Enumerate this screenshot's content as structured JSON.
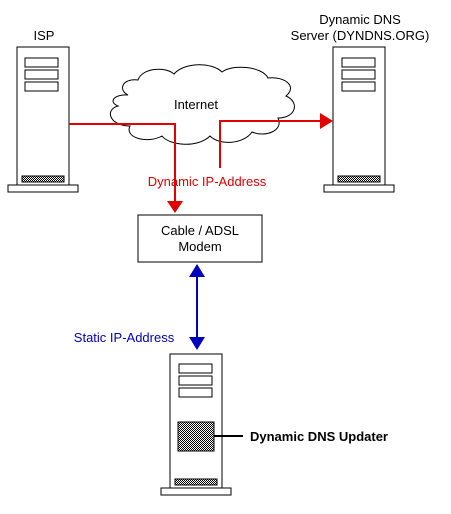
{
  "labels": {
    "isp": "ISP",
    "dns_server_line1": "Dynamic DNS",
    "dns_server_line2": "Server (DYNDNS.ORG)",
    "internet": "Internet",
    "dynamic_ip": "Dynamic IP-Address",
    "modem_line1": "Cable / ADSL",
    "modem_line2": "Modem",
    "static_ip": "Static IP-Address",
    "updater": "Dynamic DNS Updater"
  },
  "colors": {
    "dynamic_link": "#e00000",
    "static_link": "#0000c0",
    "outline": "#000000",
    "dynamic_label": "#e00000",
    "static_label": "#0000c0"
  }
}
